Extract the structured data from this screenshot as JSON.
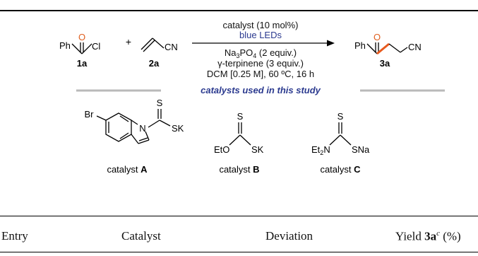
{
  "scheme": {
    "reactant_1": {
      "ph": "Ph",
      "o": "O",
      "cl": "Cl",
      "label": "1a"
    },
    "plus": "+",
    "reactant_2": {
      "cn": "CN",
      "label": "2a"
    },
    "conditions_above": [
      "catalyst (10 mol%)",
      "blue LEDs"
    ],
    "conditions_below": {
      "base": {
        "pre": "Na",
        "sub1": "3",
        "mid": "PO",
        "sub2": "4",
        "post": " (2 equiv.)"
      },
      "additive": "γ-terpinene (3 equiv.)",
      "solvent": "DCM [0.25 M], 60 ºC, 16 h"
    },
    "product": {
      "o": "O",
      "ph": "Ph",
      "cn": "CN",
      "label": "3a"
    },
    "section_title": "catalysts used in this study",
    "catalyst_a": {
      "br": "Br",
      "n": "N",
      "s": "S",
      "sk": "SK",
      "caption_prefix": "catalyst ",
      "caption_letter": "A"
    },
    "catalyst_b": {
      "s": "S",
      "eto": "EtO",
      "sk": "SK",
      "caption_prefix": "catalyst ",
      "caption_letter": "B"
    },
    "catalyst_c": {
      "s": "S",
      "et2n_pre": "Et",
      "et2n_sub": "2",
      "et2n_post": "N",
      "sna": "SNa",
      "caption_prefix": "catalyst ",
      "caption_letter": "C"
    }
  },
  "table": {
    "headers": {
      "entry": "Entry",
      "catalyst": "Catalyst",
      "deviation": "Deviation",
      "yield_pre": "Yield ",
      "yield_bold": "3a",
      "yield_sup": "c",
      "yield_post": " (%)"
    }
  },
  "colors": {
    "accent": "#2b3a8f",
    "bond_highlight": "#e8591c",
    "separator": "#b9b9b9"
  }
}
